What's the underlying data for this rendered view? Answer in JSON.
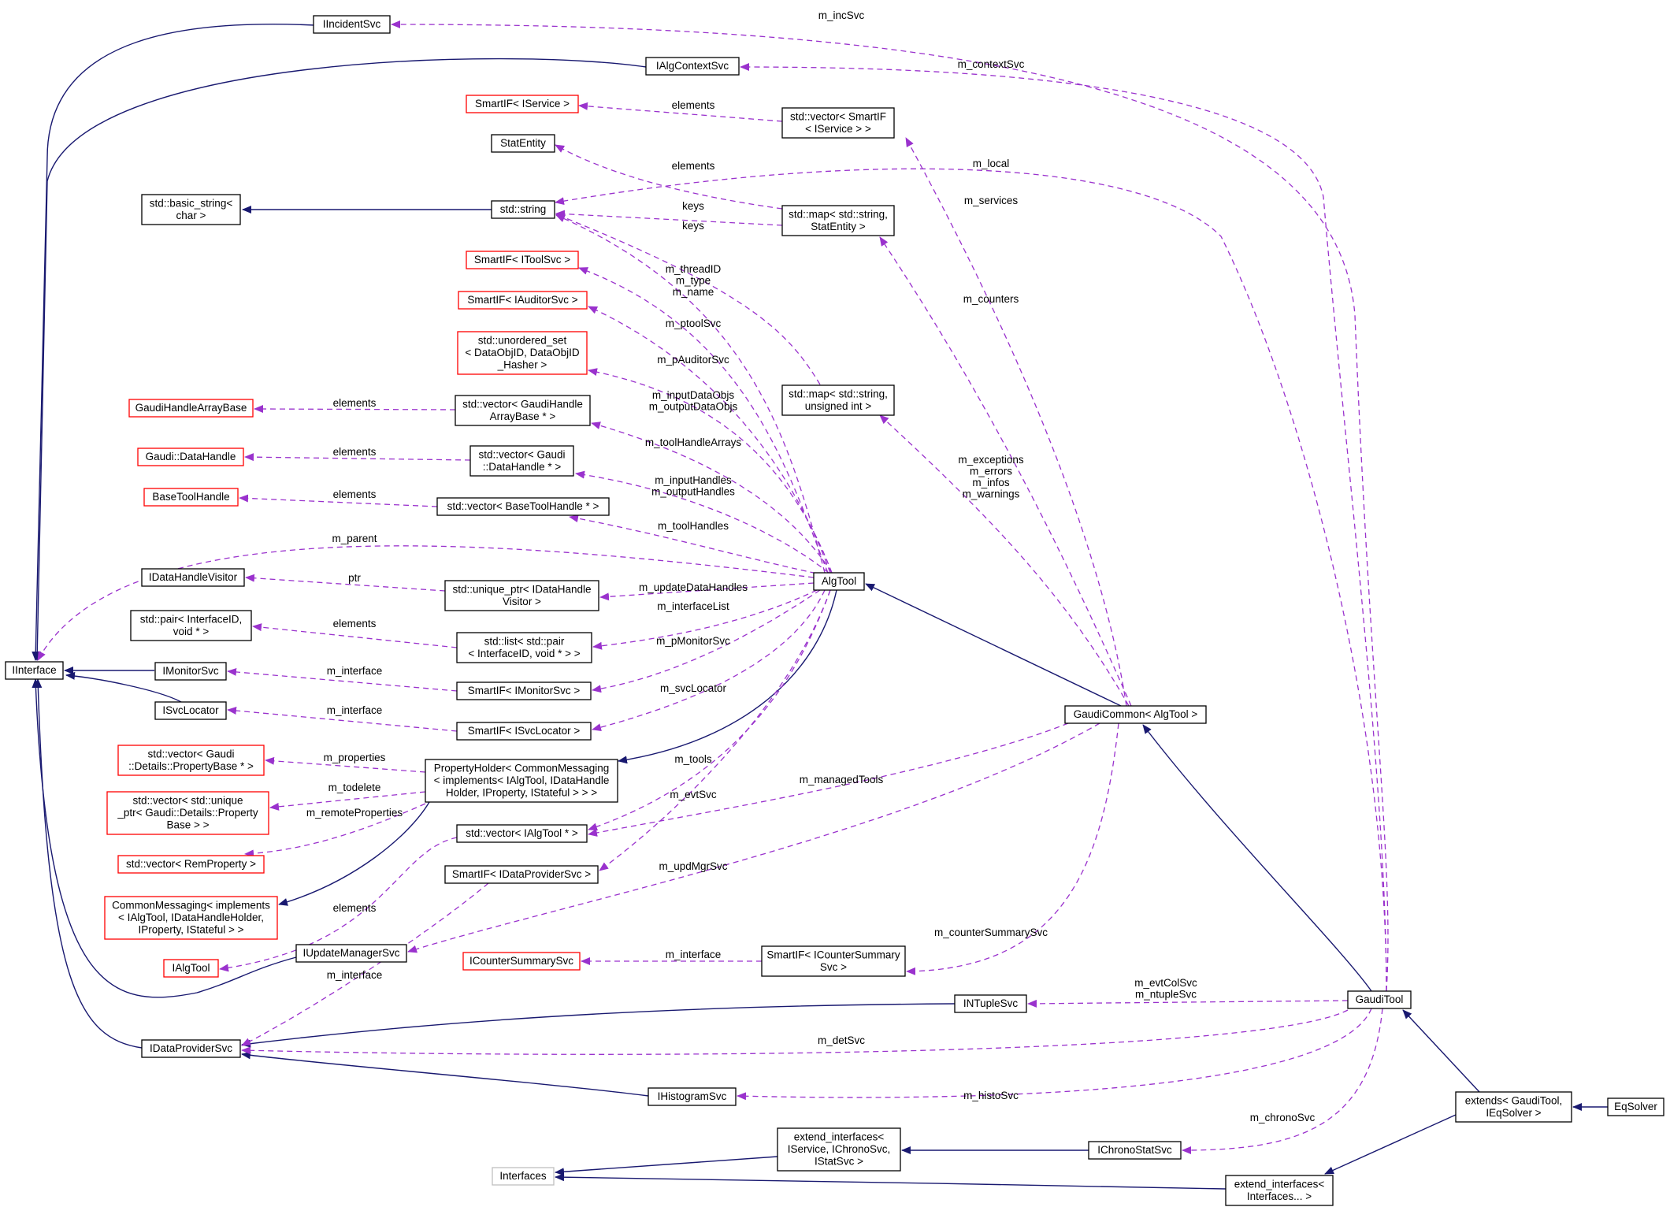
{
  "colors": {
    "normal_border": "#000000",
    "undocumented_border": "#ff0000",
    "external_border": "#bfbfbf",
    "highlight_fill": "#bfbfbf",
    "inheritance_edge": "#191970",
    "usage_edge": "#9a32cd"
  },
  "nodes": {
    "IIncidentSvc": {
      "lines": [
        "IIncidentSvc"
      ],
      "kind": "normal"
    },
    "IAlgContextSvc": {
      "lines": [
        "IAlgContextSvc"
      ],
      "kind": "normal"
    },
    "SmartIF_IService": {
      "lines": [
        "SmartIF< IService >"
      ],
      "kind": "undocumented"
    },
    "vec_SmartIF_IService": {
      "lines": [
        "std::vector< SmartIF",
        "< IService > >"
      ],
      "kind": "normal"
    },
    "StatEntity": {
      "lines": [
        "StatEntity"
      ],
      "kind": "normal"
    },
    "basic_string": {
      "lines": [
        "std::basic_string<",
        "char >"
      ],
      "kind": "normal"
    },
    "std_string": {
      "lines": [
        "std::string"
      ],
      "kind": "normal"
    },
    "map_StatEntity": {
      "lines": [
        "std::map< std::string,",
        "StatEntity >"
      ],
      "kind": "normal"
    },
    "SmartIF_IToolSvc": {
      "lines": [
        "SmartIF< IToolSvc >"
      ],
      "kind": "undocumented"
    },
    "SmartIF_IAuditorSvc": {
      "lines": [
        "SmartIF< IAuditorSvc >"
      ],
      "kind": "undocumented"
    },
    "unordered_set": {
      "lines": [
        "std::unordered_set",
        "< DataObjID, DataObjID",
        "_Hasher >"
      ],
      "kind": "undocumented"
    },
    "map_uint": {
      "lines": [
        "std::map< std::string,",
        "unsigned int >"
      ],
      "kind": "normal"
    },
    "GaudiHandleArrayBase": {
      "lines": [
        "GaudiHandleArrayBase"
      ],
      "kind": "undocumented"
    },
    "vec_GaudiHandleArrayBase": {
      "lines": [
        "std::vector< GaudiHandle",
        "ArrayBase * >"
      ],
      "kind": "normal"
    },
    "Gaudi_DataHandle": {
      "lines": [
        "Gaudi::DataHandle"
      ],
      "kind": "undocumented"
    },
    "vec_DataHandle": {
      "lines": [
        "std::vector< Gaudi",
        "::DataHandle * >"
      ],
      "kind": "normal"
    },
    "BaseToolHandle": {
      "lines": [
        "BaseToolHandle"
      ],
      "kind": "undocumented"
    },
    "vec_BaseToolHandle": {
      "lines": [
        "std::vector< BaseToolHandle * >"
      ],
      "kind": "normal"
    },
    "IDataHandleVisitor": {
      "lines": [
        "IDataHandleVisitor"
      ],
      "kind": "normal"
    },
    "unique_ptr_Visitor": {
      "lines": [
        "std::unique_ptr< IDataHandle",
        "Visitor >"
      ],
      "kind": "normal"
    },
    "AlgTool": {
      "lines": [
        "AlgTool"
      ],
      "kind": "normal"
    },
    "pair_InterfaceID": {
      "lines": [
        "std::pair< InterfaceID,",
        "void * >"
      ],
      "kind": "normal"
    },
    "list_pair": {
      "lines": [
        "std::list< std::pair",
        "< InterfaceID, void * > >"
      ],
      "kind": "normal"
    },
    "IInterface": {
      "lines": [
        "IInterface"
      ],
      "kind": "normal"
    },
    "IMonitorSvc": {
      "lines": [
        "IMonitorSvc"
      ],
      "kind": "normal"
    },
    "SmartIF_IMonitorSvc": {
      "lines": [
        "SmartIF< IMonitorSvc >"
      ],
      "kind": "normal"
    },
    "ISvcLocator": {
      "lines": [
        "ISvcLocator"
      ],
      "kind": "normal"
    },
    "SmartIF_ISvcLocator": {
      "lines": [
        "SmartIF< ISvcLocator >"
      ],
      "kind": "normal"
    },
    "GaudiCommon": {
      "lines": [
        "GaudiCommon< AlgTool >"
      ],
      "kind": "normal"
    },
    "vec_PropertyBase": {
      "lines": [
        "std::vector< Gaudi",
        "::Details::PropertyBase * >"
      ],
      "kind": "undocumented"
    },
    "PropertyHolder": {
      "lines": [
        "PropertyHolder< CommonMessaging",
        "< implements< IAlgTool, IDataHandle",
        "Holder, IProperty, IStateful > > >"
      ],
      "kind": "normal"
    },
    "vec_unique_ptr_Property": {
      "lines": [
        "std::vector< std::unique",
        "_ptr< Gaudi::Details::Property",
        "Base > >"
      ],
      "kind": "undocumented"
    },
    "vec_IAlgTool": {
      "lines": [
        "std::vector< IAlgTool * >"
      ],
      "kind": "normal"
    },
    "vec_RemProperty": {
      "lines": [
        "std::vector< RemProperty >"
      ],
      "kind": "undocumented"
    },
    "SmartIF_IDataProviderSvc": {
      "lines": [
        "SmartIF< IDataProviderSvc >"
      ],
      "kind": "normal"
    },
    "CommonMessaging": {
      "lines": [
        "CommonMessaging< implements",
        "< IAlgTool, IDataHandleHolder,",
        "IProperty, IStateful > >"
      ],
      "kind": "undocumented"
    },
    "IAlgTool": {
      "lines": [
        "IAlgTool"
      ],
      "kind": "undocumented"
    },
    "IUpdateManagerSvc": {
      "lines": [
        "IUpdateManagerSvc"
      ],
      "kind": "normal"
    },
    "ICounterSummarySvc": {
      "lines": [
        "ICounterSummarySvc"
      ],
      "kind": "undocumented"
    },
    "SmartIF_ICounterSummary": {
      "lines": [
        "SmartIF< ICounterSummary",
        "Svc >"
      ],
      "kind": "normal"
    },
    "INTupleSvc": {
      "lines": [
        "INTupleSvc"
      ],
      "kind": "normal"
    },
    "GaudiTool": {
      "lines": [
        "GaudiTool"
      ],
      "kind": "normal"
    },
    "IDataProviderSvc": {
      "lines": [
        "IDataProviderSvc"
      ],
      "kind": "normal"
    },
    "IHistogramSvc": {
      "lines": [
        "IHistogramSvc"
      ],
      "kind": "normal"
    },
    "extends": {
      "lines": [
        "extends< GaudiTool,",
        "IEqSolver >"
      ],
      "kind": "normal"
    },
    "EqSolver": {
      "lines": [
        "EqSolver"
      ],
      "kind": "highlight"
    },
    "extend_interfaces_Chrono": {
      "lines": [
        "extend_interfaces<",
        "IService, IChronoSvc,",
        "IStatSvc >"
      ],
      "kind": "normal"
    },
    "IChronoStatSvc": {
      "lines": [
        "IChronoStatSvc"
      ],
      "kind": "normal"
    },
    "Interfaces": {
      "lines": [
        "Interfaces"
      ],
      "kind": "external"
    },
    "extend_interfaces_Interfaces": {
      "lines": [
        "extend_interfaces<",
        "Interfaces... >"
      ],
      "kind": "normal"
    }
  },
  "edge_labels": {
    "m_incSvc": [
      "m_incSvc"
    ],
    "m_contextSvc": [
      "m_contextSvc"
    ],
    "elements_service": [
      "elements"
    ],
    "elements_stat": [
      "elements"
    ],
    "m_local": [
      "m_local"
    ],
    "keys1": [
      "keys"
    ],
    "keys2": [
      "keys"
    ],
    "m_services": [
      "m_services"
    ],
    "m_threadID": [
      "m_threadID",
      "m_type",
      "m_name"
    ],
    "m_counters": [
      "m_counters"
    ],
    "m_ptoolSvc": [
      "m_ptoolSvc"
    ],
    "m_pAuditorSvc": [
      "m_pAuditorSvc"
    ],
    "m_inputDataObjs": [
      "m_inputDataObjs",
      "m_outputDataObjs"
    ],
    "elements_gha": [
      "elements"
    ],
    "m_toolHandleArrays": [
      "m_toolHandleArrays"
    ],
    "elements_dh": [
      "elements"
    ],
    "m_exceptions": [
      "m_exceptions",
      "m_errors",
      "m_infos",
      "m_warnings"
    ],
    "m_inputHandles": [
      "m_inputHandles",
      "m_outputHandles"
    ],
    "elements_bth": [
      "elements"
    ],
    "m_toolHandles": [
      "m_toolHandles"
    ],
    "m_parent": [
      "m_parent"
    ],
    "ptr": [
      "ptr"
    ],
    "m_updateDataHandles": [
      "m_updateDataHandles"
    ],
    "m_interfaceList": [
      "m_interfaceList"
    ],
    "elements_pair": [
      "elements"
    ],
    "m_pMonitorSvc": [
      "m_pMonitorSvc"
    ],
    "m_interface_mon": [
      "m_interface"
    ],
    "m_svcLocator": [
      "m_svcLocator"
    ],
    "m_interface_loc": [
      "m_interface"
    ],
    "m_properties": [
      "m_properties"
    ],
    "m_tools": [
      "m_tools"
    ],
    "m_todelete": [
      "m_todelete"
    ],
    "m_managedTools": [
      "m_managedTools"
    ],
    "m_evtSvc": [
      "m_evtSvc"
    ],
    "m_remoteProperties": [
      "m_remoteProperties"
    ],
    "m_updMgrSvc": [
      "m_updMgrSvc"
    ],
    "elements_ialg": [
      "elements"
    ],
    "m_counterSummarySvc": [
      "m_counterSummarySvc"
    ],
    "m_interface_cs": [
      "m_interface"
    ],
    "m_interface_dp": [
      "m_interface"
    ],
    "m_evtColSvc": [
      "m_evtColSvc",
      "m_ntupleSvc"
    ],
    "m_detSvc": [
      "m_detSvc"
    ],
    "m_histoSvc": [
      "m_histoSvc"
    ],
    "m_chronoSvc": [
      "m_chronoSvc"
    ]
  }
}
